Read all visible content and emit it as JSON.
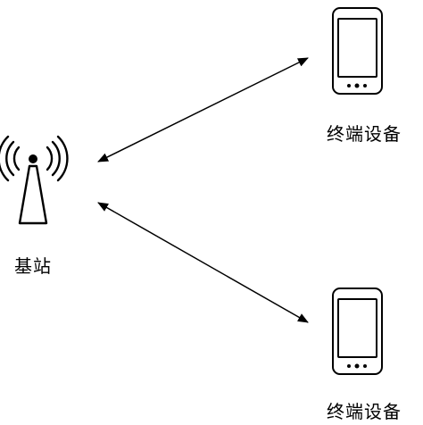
{
  "base_station": {
    "label": "基站"
  },
  "terminals": [
    {
      "label": "终端设备"
    },
    {
      "label": "终端设备"
    }
  ],
  "links": [
    {
      "from": "base_station",
      "to": "terminal_1",
      "direction": "bidirectional"
    },
    {
      "from": "base_station",
      "to": "terminal_2",
      "direction": "bidirectional"
    }
  ],
  "colors": {
    "stroke": "#000000",
    "background": "#ffffff"
  }
}
